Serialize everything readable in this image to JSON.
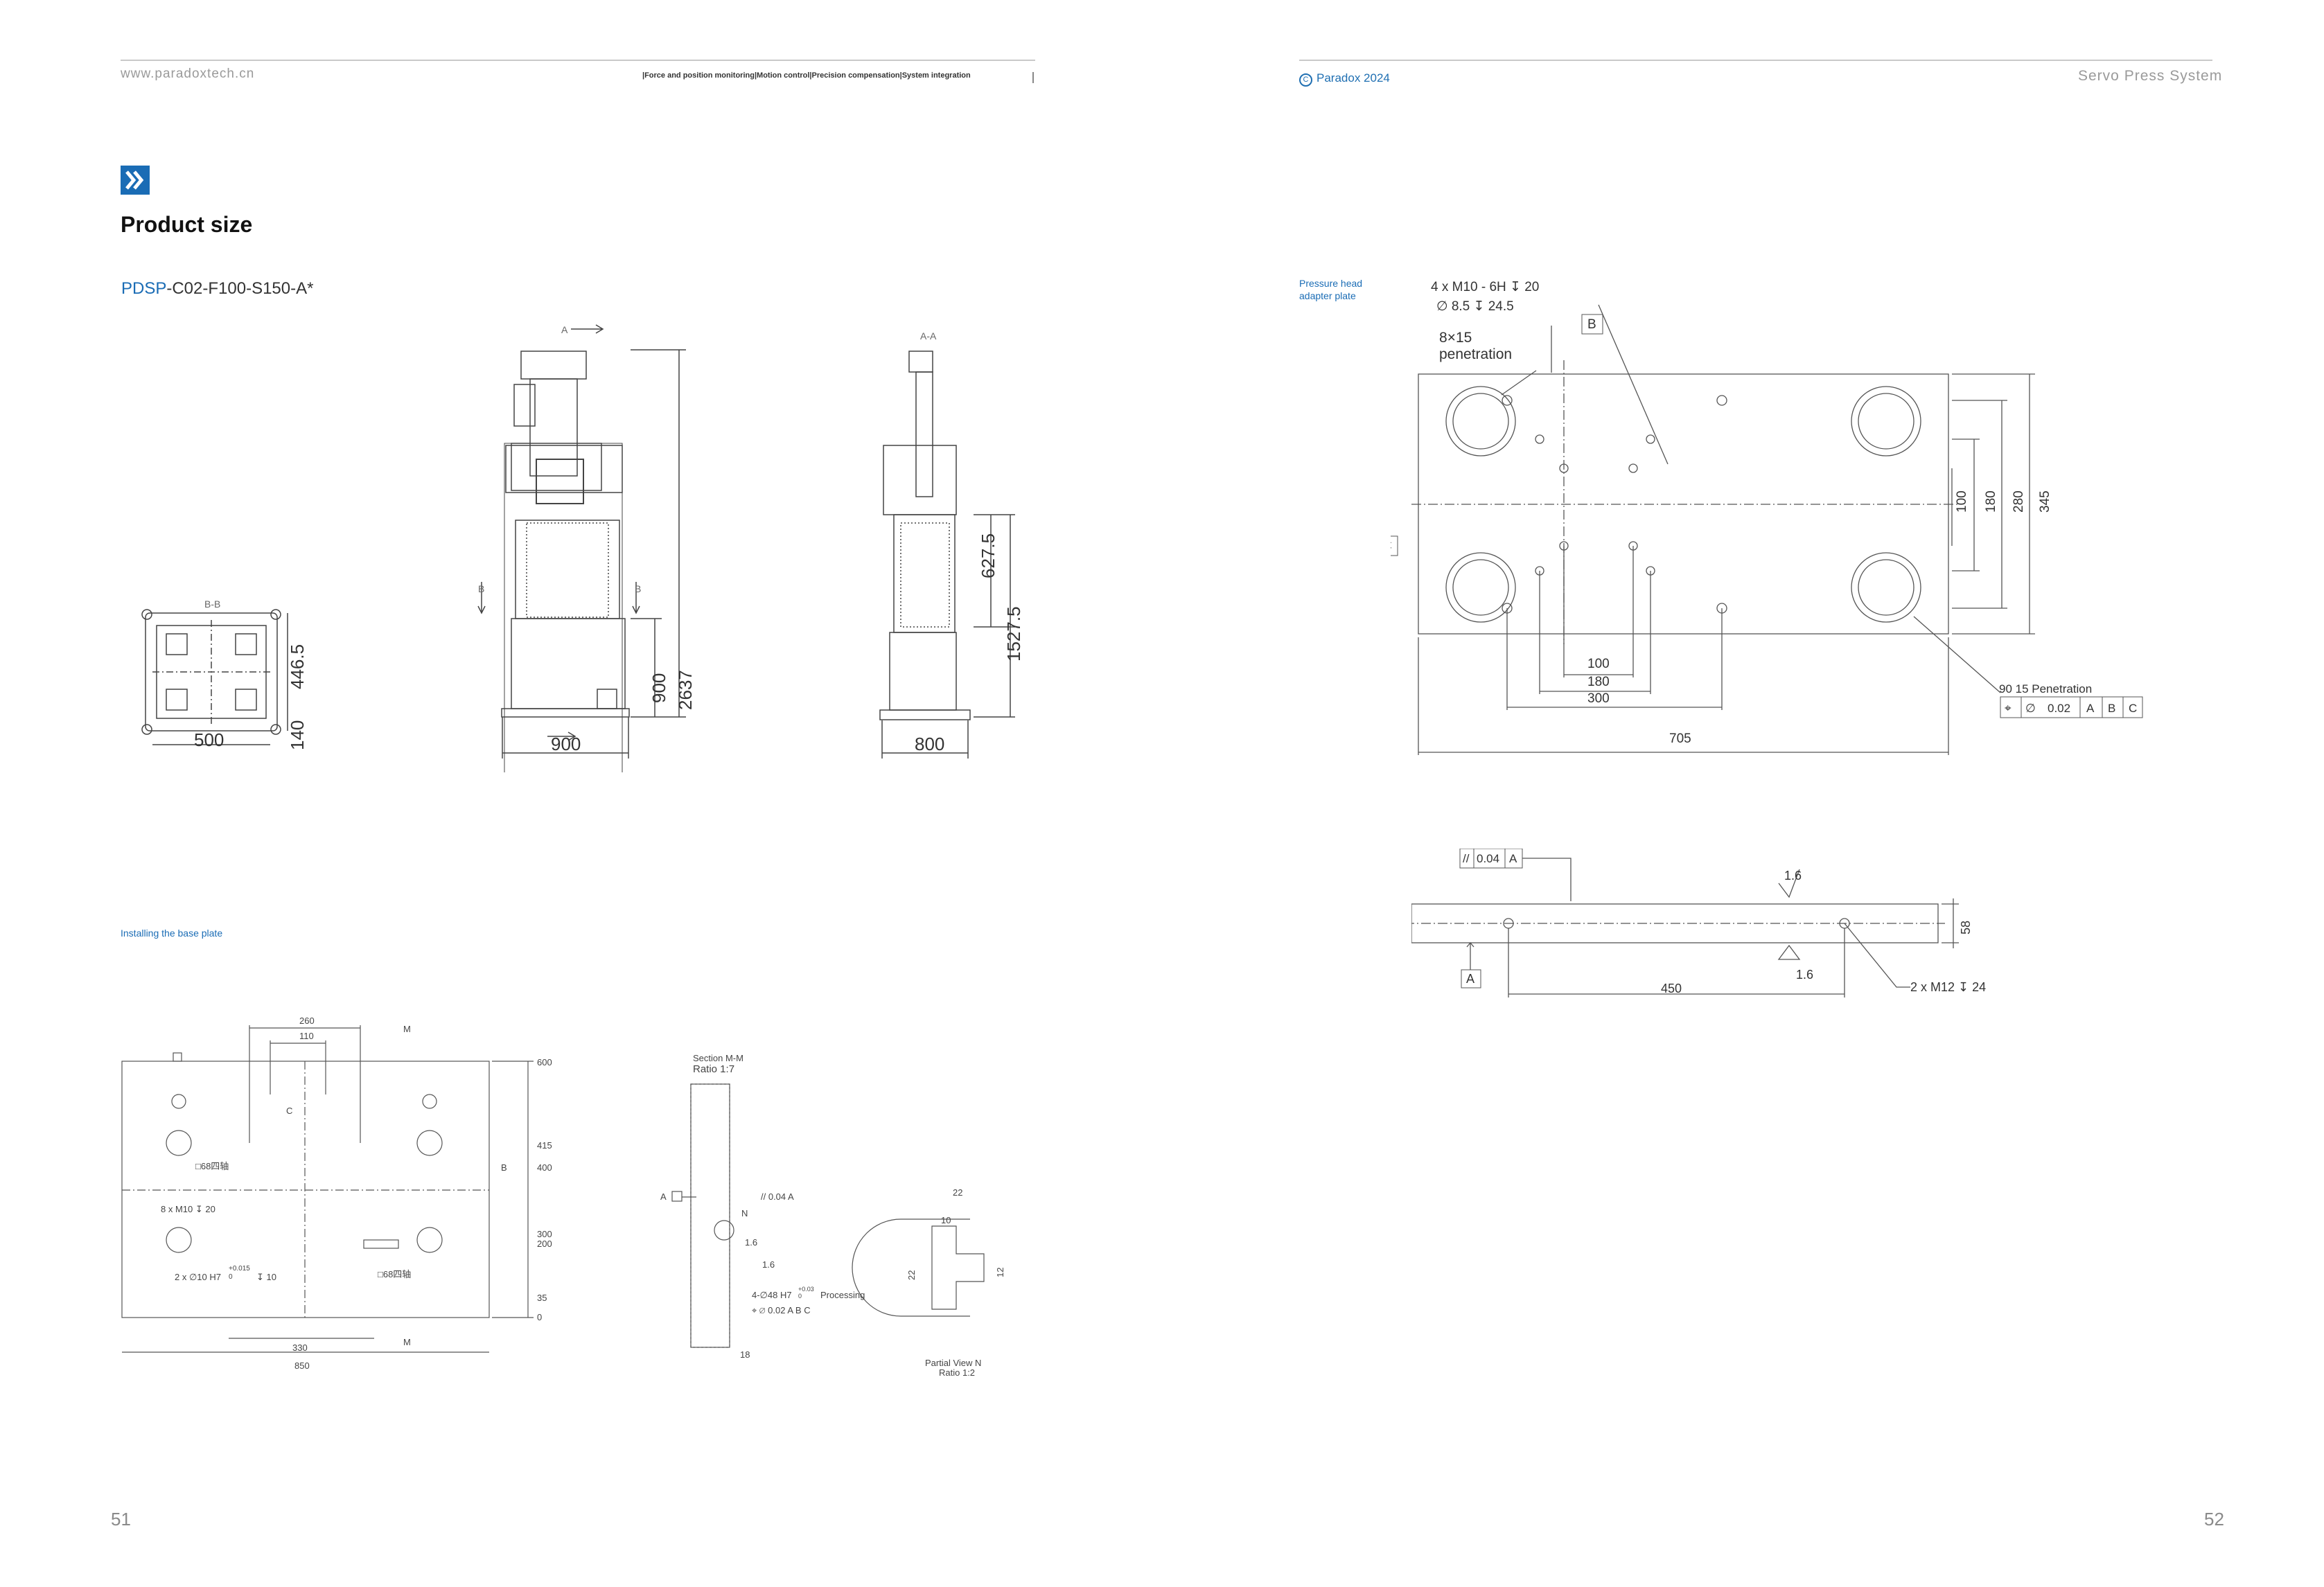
{
  "left_page": {
    "site": "www.paradoxtech.cn",
    "tagline": "|Force and position monitoring|Motion control|Precision compensation|System integration",
    "heading": "Product size",
    "model_prefix": "PDSP",
    "model_suffix": "-C02-F100-S150-A*",
    "base_plate_caption": "Installing the base plate",
    "page_number": "51",
    "views": {
      "bb_title": "B-B",
      "aa_title": "A-A",
      "section_a": "A",
      "section_b": "B",
      "dims": {
        "bb_width": "500",
        "bb_height": "446.5",
        "bb_edge": "140",
        "front_width": "900",
        "front_lower": "900",
        "front_total": "2637",
        "side_width": "800",
        "side_upper": "627.5",
        "side_lower": "1527.5"
      }
    },
    "base_plate": {
      "dims_top": [
        "260",
        "110"
      ],
      "dims_bottom": [
        "330",
        "850"
      ],
      "dims_right": [
        "600",
        "415",
        "400",
        "300",
        "200",
        "35",
        "0"
      ],
      "datums": [
        "C",
        "B"
      ],
      "notes": [
        "□68四轴",
        "8 x M10 ↧ 20",
        "2 x ∅10 H7",
        "+0.015",
        "0",
        "↧ 10",
        "□68四轴"
      ],
      "marks": [
        "M",
        "M"
      ],
      "section_title": "Section M-M",
      "section_ratio": "Ratio 1:7",
      "section_notes": [
        "A",
        "// 0.04 A",
        "N",
        "1.6",
        "1.6",
        "4-∅48 H7",
        "+0.03",
        "0",
        "Processing",
        "⌖ ∅ 0.02 A B C",
        "18"
      ],
      "partial_title": "Partial View N",
      "partial_ratio": "Ratio 1:2",
      "partial_dims": [
        "22",
        "10",
        "22",
        "12"
      ]
    }
  },
  "right_page": {
    "copyright": "Paradox  2024",
    "copyright_symbol": "C",
    "brand": "Servo Press System",
    "page_number": "52",
    "caption_line1": "Pressure head",
    "caption_line2": "adapter plate",
    "plate": {
      "callout1_line1": "4 x  M10 - 6H ↧  20",
      "callout1_line2": "∅ 8.5 ↧  24.5",
      "callout2_line1": "8×15",
      "callout2_line2": "penetration",
      "datum_b": "B",
      "datum_c": "C",
      "dims_vertical": [
        "100",
        "180",
        "280",
        "345"
      ],
      "dims_horizontal": [
        "100",
        "180",
        "300",
        "705"
      ],
      "callout3": "90 15 Penetration",
      "fcf": [
        "⌖",
        "∅",
        "0.02",
        "A",
        "B",
        "C"
      ]
    },
    "side": {
      "fcf": [
        "//",
        "0.04",
        "A"
      ],
      "rough_top": "1.6",
      "rough_bottom": "1.6",
      "datum_a": "A",
      "dim_thickness": "58",
      "dim_length": "450",
      "callout": "2 x M12 ↧ 24"
    }
  }
}
